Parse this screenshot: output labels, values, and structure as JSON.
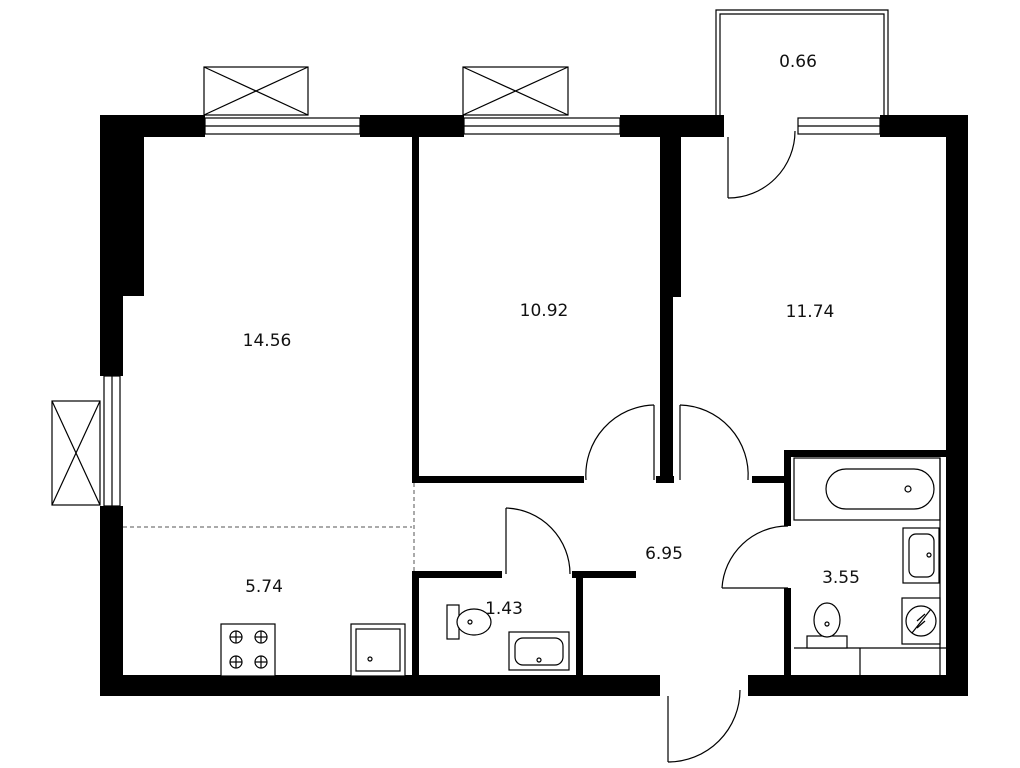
{
  "rooms": [
    {
      "id": "living",
      "area": "14.56"
    },
    {
      "id": "bedroom-middle",
      "area": "10.92"
    },
    {
      "id": "bedroom-right",
      "area": "11.74"
    },
    {
      "id": "kitchen",
      "area": "5.74"
    },
    {
      "id": "hallway",
      "area": "6.95"
    },
    {
      "id": "wc",
      "area": "1.43"
    },
    {
      "id": "bathroom",
      "area": "3.55"
    },
    {
      "id": "balcony",
      "area": "0.66"
    }
  ]
}
